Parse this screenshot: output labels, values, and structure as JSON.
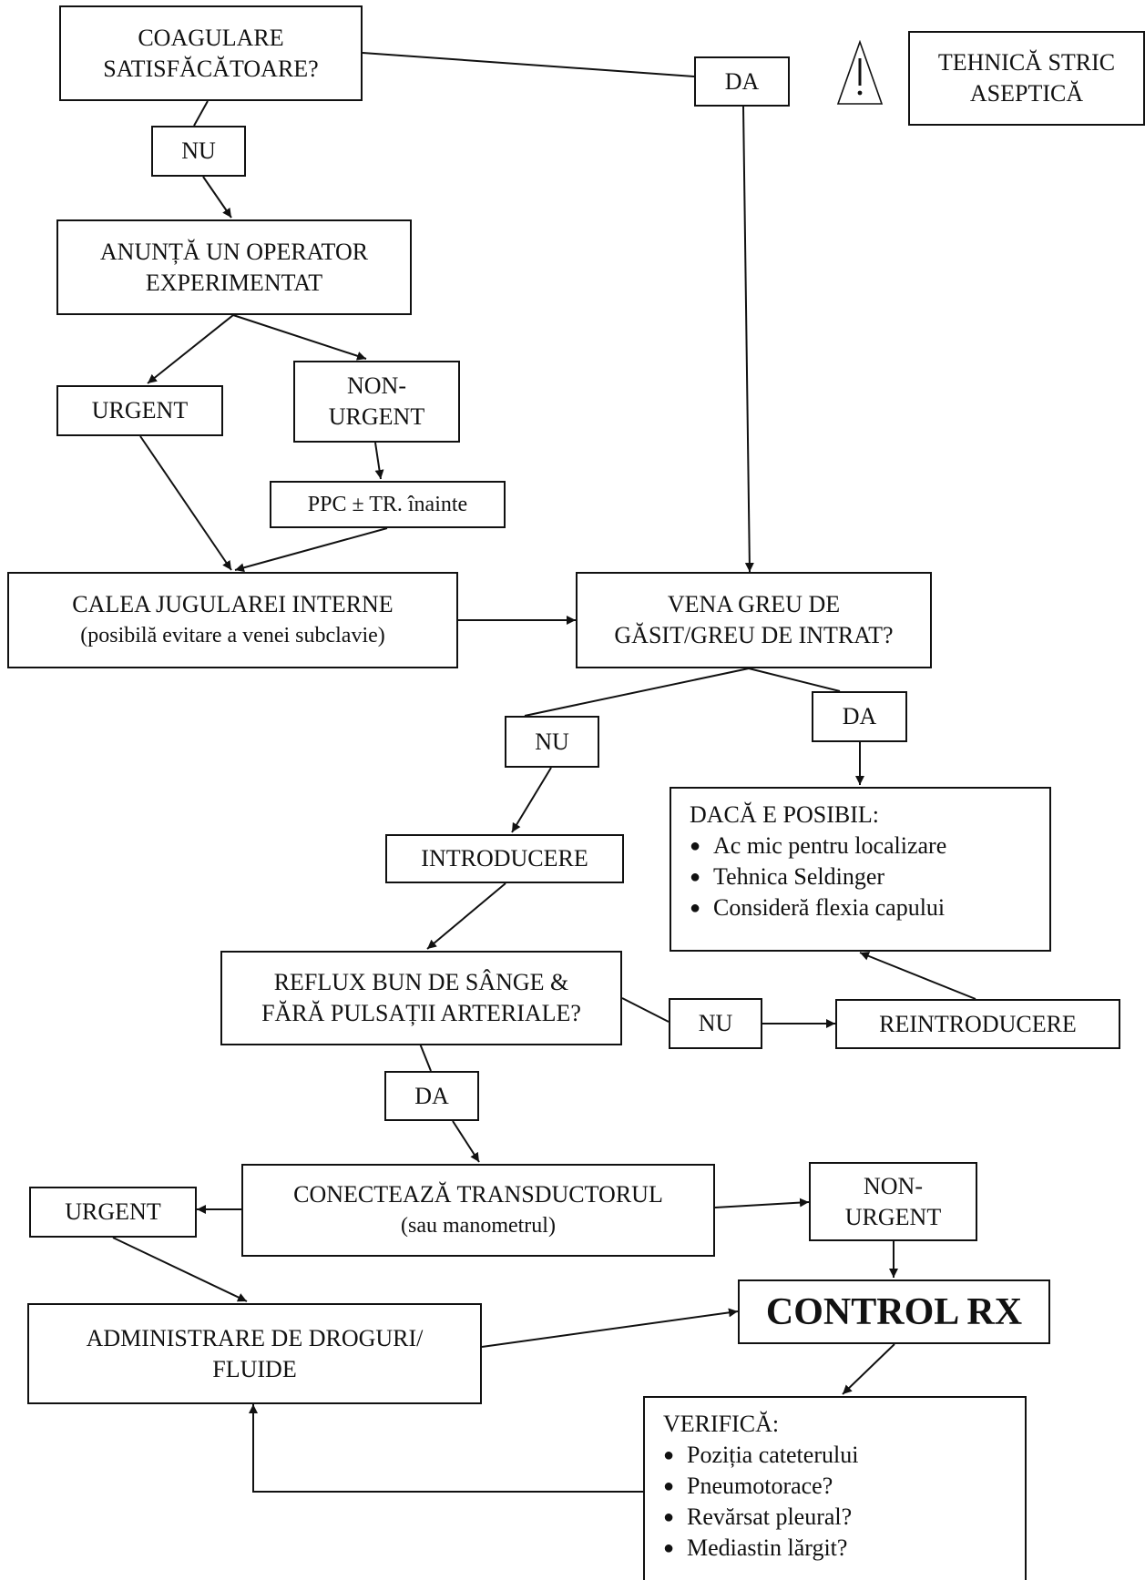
{
  "nodes": {
    "coagulare": [
      "COAGULARE",
      "SATISFĂCĂTOARE?"
    ],
    "da_top": "DA",
    "warning_icon": "warning-triangle-icon",
    "tehnica": [
      "TEHNICĂ STRIC",
      "ASEPTICĂ"
    ],
    "nu_top": "NU",
    "anunta": [
      "ANUNȚĂ UN OPERATOR",
      "EXPERIMENTAT"
    ],
    "urgent_1": "URGENT",
    "non_urgent_1": [
      "NON-",
      "URGENT"
    ],
    "ppc": "PPC ± TR. înainte",
    "calea": [
      "CALEA JUGULAREI INTERNE",
      "(posibilă evitare a venei subclavie)"
    ],
    "vena": [
      "VENA GREU DE",
      "GĂSIT/GREU DE INTRAT?"
    ],
    "nu_mid": "NU",
    "da_mid": "DA",
    "introducere": "INTRODUCERE",
    "daca": {
      "title": "DACĂ E POSIBIL:",
      "items": [
        "Ac mic pentru localizare",
        "Tehnica Seldinger",
        "Consideră flexia capului"
      ]
    },
    "reflux": [
      "REFLUX BUN DE SÂNGE &",
      "FĂRĂ PULSAȚII ARTERIALE?"
    ],
    "nu_reflux": "NU",
    "reintroducere": "REINTRODUCERE",
    "da_reflux": "DA",
    "conecteaza": [
      "CONECTEAZĂ TRANSDUCTORUL",
      "(sau manometrul)"
    ],
    "urgent_2": "URGENT",
    "non_urgent_2": [
      "NON-",
      "URGENT"
    ],
    "administrare": [
      "ADMINISTRARE DE DROGURI/",
      "FLUIDE"
    ],
    "control": "CONTROL RX",
    "verifica": {
      "title": "VERIFICĂ:",
      "items": [
        "Poziția cateterului",
        "Pneumotorace?",
        "Revărsat pleural?",
        "Mediastin lărgit?"
      ]
    }
  }
}
